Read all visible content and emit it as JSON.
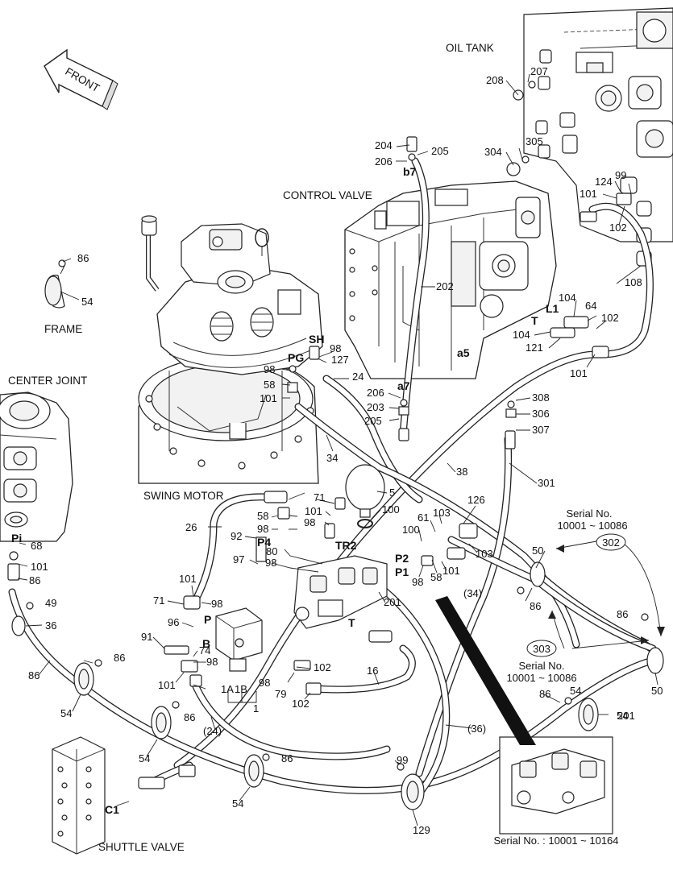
{
  "captions": {
    "front": "FRONT",
    "oil_tank": "OIL TANK",
    "control_valve": "CONTROL VALVE",
    "frame": "FRAME",
    "center_joint": "CENTER JOINT",
    "swing_motor": "SWING MOTOR",
    "shuttle_valve": "SHUTTLE VALVE"
  },
  "serials": {
    "s302_title": "Serial No.",
    "s302_range": "10001 ~ 10086",
    "s303_title": "Serial No.",
    "s303_range": "10001 ~ 10086",
    "s201": "Serial No. : 10001 ~ 10164"
  },
  "callouts": {
    "c302": "302",
    "c303": "303"
  },
  "port_labels": [
    "PG",
    "SH",
    "a7",
    "b7",
    "a5",
    "L1",
    "T",
    "Pi",
    "P4",
    "TR2",
    "P2",
    "P1",
    "P",
    "B",
    "T",
    "C1"
  ],
  "part_numbers": [
    "86",
    "54",
    "207",
    "208",
    "305",
    "304",
    "204",
    "205",
    "206",
    "124",
    "99",
    "101",
    "102",
    "108",
    "202",
    "64",
    "104",
    "102",
    "104",
    "121",
    "101",
    "98",
    "127",
    "98",
    "24",
    "58",
    "101",
    "206",
    "203",
    "205",
    "308",
    "306",
    "307",
    "34",
    "38",
    "301",
    "5",
    "100",
    "126",
    "71",
    "101",
    "98",
    "103",
    "61",
    "100",
    "103",
    "58",
    "101",
    "98",
    "26",
    "58",
    "98",
    "92",
    "80",
    "98",
    "97",
    "101",
    "71",
    "98",
    "96",
    "91",
    "74",
    "98",
    "101",
    "98",
    "1A",
    "1B",
    "1",
    "79",
    "102",
    "102",
    "16",
    "201",
    "(34)",
    "(36)",
    "(24)",
    "50",
    "50",
    "86",
    "86",
    "86",
    "86",
    "86",
    "54",
    "54",
    "54",
    "86",
    "129",
    "54",
    "99",
    "68",
    "101",
    "86",
    "49",
    "36",
    "86",
    "54",
    "201"
  ]
}
